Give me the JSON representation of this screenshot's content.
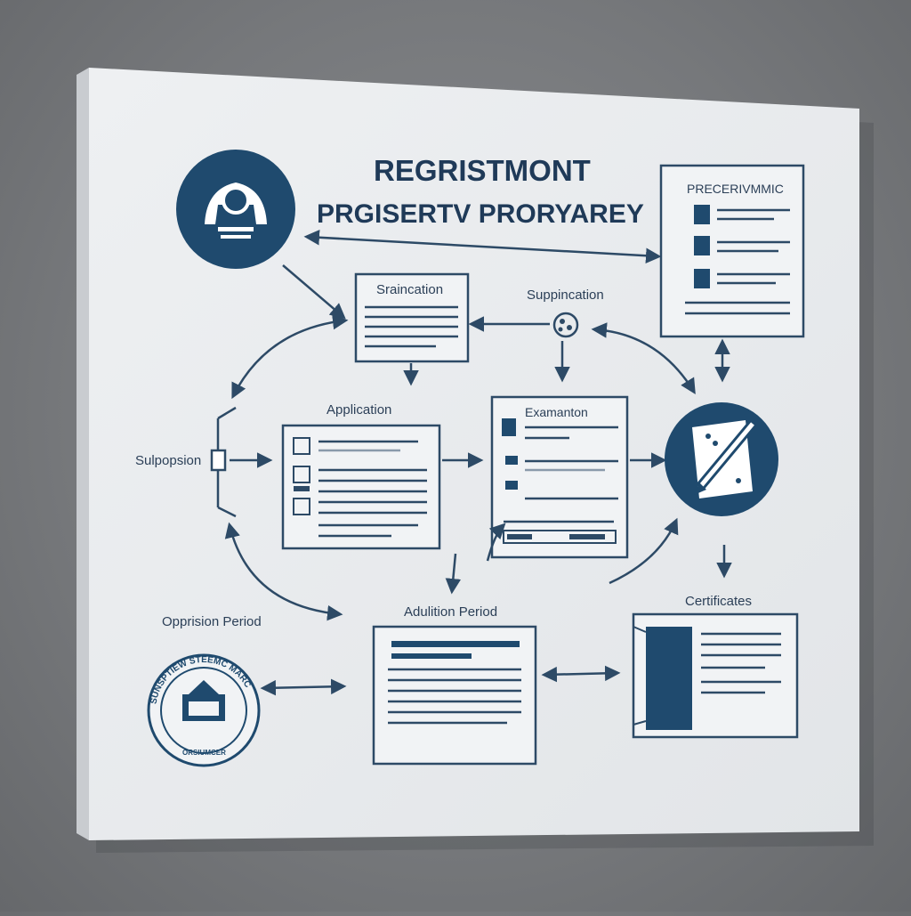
{
  "title": {
    "line1": "REGRISTMONT",
    "line2": "PRGISERTV PRORYAREY"
  },
  "labels": {
    "panel_top_right": "PRECERIVMMIC",
    "sraincation": "Sraincation",
    "suppincation": "Suppincation",
    "application": "Application",
    "examanton": "Examanton",
    "sulpopsion": "Sulpopsion",
    "oppristion_period": "Opprision Period",
    "adulition_period": "Adulition Period",
    "certificates": "Certificates"
  },
  "seal": {
    "top_text": "SUNSPTIEW STEEMC MARC",
    "bottom_text": "ORSIUMCER"
  },
  "colors": {
    "navy": "#1f4a6e",
    "line": "#2d4a66",
    "board": "#e9ebed"
  }
}
